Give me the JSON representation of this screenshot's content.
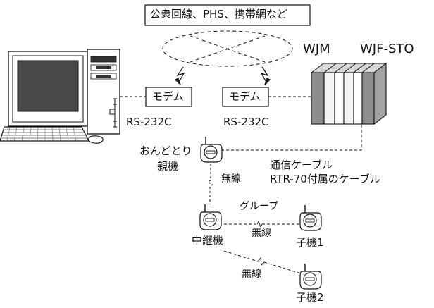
{
  "network_label": "公衆回線、PHS、携帯網など",
  "modem_left": "モデム",
  "modem_right": "モデム",
  "rs232c_left": "RS-232C",
  "rs232c_right": "RS-232C",
  "wjm_label": "WJM",
  "wjf_label": "WJF-STO",
  "parent_label_line1": "おんどとり",
  "parent_label_line2": "親機",
  "wireless_1": "無線",
  "cable_label_line1": "通信ケーブル",
  "cable_label_line2": "RTR-70付属のケーブル",
  "group_label": "グループ",
  "wireless_2": "無線",
  "relay_label": "中継機",
  "child1_label": "子機1",
  "wireless_3": "無線",
  "child2_label": "子機2"
}
